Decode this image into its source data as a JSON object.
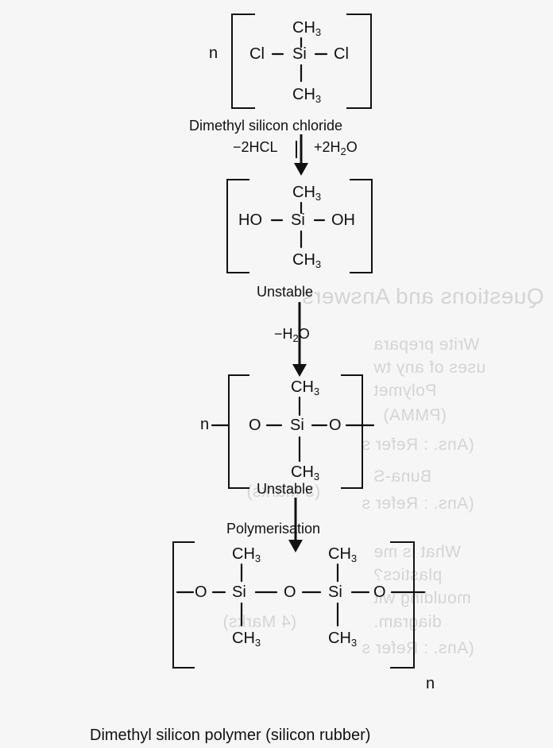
{
  "background_text": [
    "Questions and Answers",
    "Write prepara",
    "uses of any tw",
    "Polymet",
    "(PMMA)",
    "(Ans. : Refer s",
    "Buna-S",
    "(Ans. : Refer s",
    "What is me",
    "plastics?",
    "moulding wit",
    "diagram.",
    "(Ans. : Refer s",
    "(4 Marks)",
    "(3 Marks)"
  ],
  "diagram": {
    "monomer": {
      "atoms": {
        "n": "n",
        "cl_left": "Cl",
        "si": "Si",
        "cl_right": "Cl",
        "ch3_top": "CH",
        "ch3_bottom": "CH",
        "subscript": "3"
      },
      "caption": "Dimethyl silicon chloride"
    },
    "hydrolysis": {
      "left": "−2HCL",
      "right": "+2H",
      "right_sub": "2",
      "right_tail": "O"
    },
    "silanediol": {
      "atoms": {
        "ho": "HO",
        "si": "Si",
        "oh": "OH",
        "ch3_top": "CH",
        "ch3_bottom": "CH",
        "subscript": "3"
      },
      "caption": "Unstable"
    },
    "condensation": {
      "label": "−H",
      "label_sub": "2",
      "label_tail": "O"
    },
    "repeat_unit": {
      "atoms": {
        "n": "n",
        "o_left": "O",
        "si": "Si",
        "o_right": "O",
        "ch3_top": "CH",
        "ch3_bottom": "CH",
        "subscript": "3"
      },
      "caption": "Unstable"
    },
    "polymerisation": {
      "label": "Polymerisation"
    },
    "polymer": {
      "atoms": {
        "o1": "O",
        "si1": "Si",
        "o2": "O",
        "si2": "Si",
        "o3": "O",
        "ch3_a": "CH",
        "ch3_b": "CH",
        "ch3_c": "CH",
        "ch3_d": "CH",
        "subscript": "3",
        "n": "n"
      },
      "caption": "Dimethyl silicon polymer (silicon rubber)"
    }
  }
}
